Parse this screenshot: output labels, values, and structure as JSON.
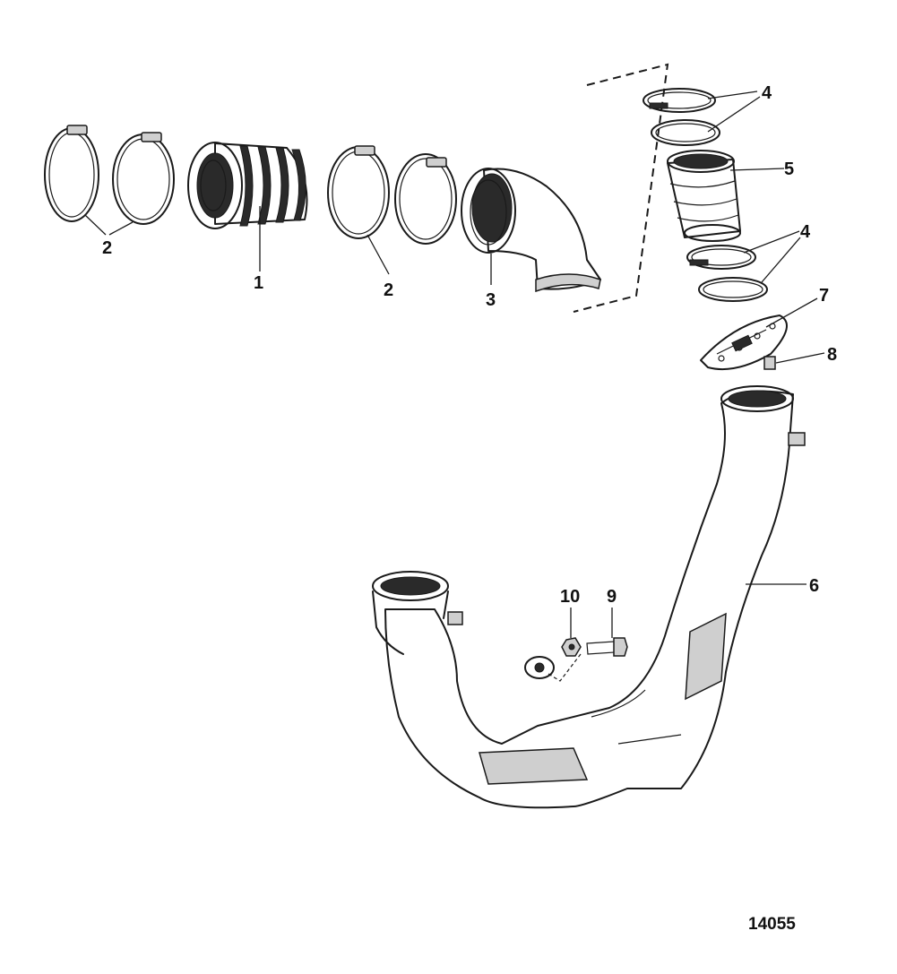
{
  "callouts": {
    "c1": "1",
    "c2a": "2",
    "c2b": "2",
    "c3": "3",
    "c4a": "4",
    "c4b": "4",
    "c5": "5",
    "c6": "6",
    "c7": "7",
    "c8": "8",
    "c9": "9",
    "c10": "10"
  },
  "figure_number": "14055"
}
